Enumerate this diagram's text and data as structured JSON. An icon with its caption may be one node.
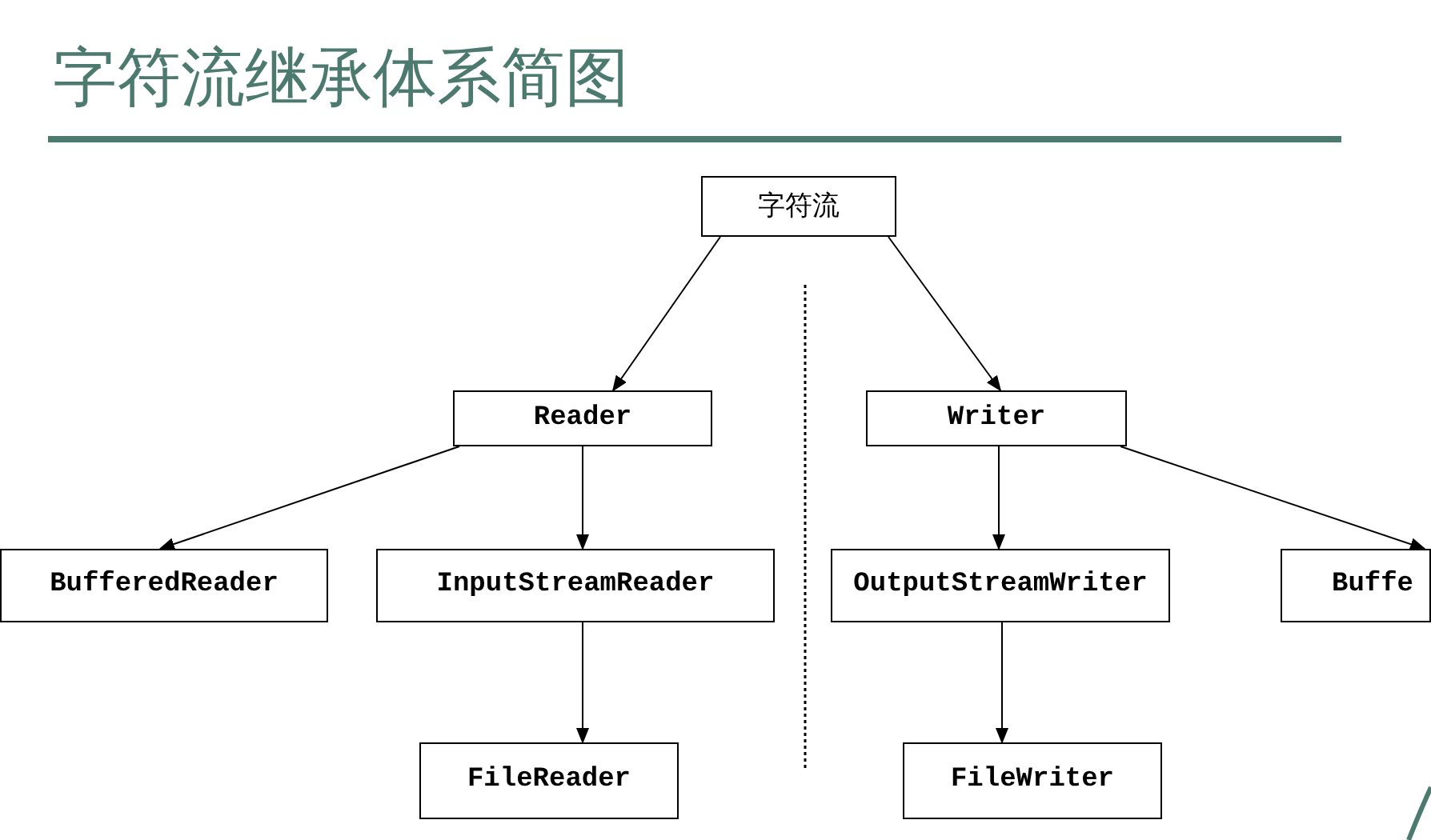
{
  "diagram": {
    "title": "字符流继承体系简图",
    "nodes": [
      {
        "text": [
          "字符流"
        ]
      },
      {
        "text": [
          "Reader"
        ]
      },
      {
        "text": [
          "Writer"
        ]
      },
      {
        "text": [
          "BufferedReader"
        ]
      },
      {
        "text": [
          "InputStreamReader"
        ]
      },
      {
        "text": [
          "OutputStreamWriter"
        ]
      },
      {
        "text": [
          "Buffe"
        ]
      },
      {
        "text": [
          "FileReader"
        ]
      },
      {
        "text": [
          "FileWriter"
        ]
      }
    ],
    "edges": [
      {
        "from": 0,
        "to": 1,
        "arrow": "to"
      },
      {
        "from": 0,
        "to": 2,
        "arrow": "to"
      },
      {
        "from": 1,
        "to": 3,
        "arrow": "to"
      },
      {
        "from": 1,
        "to": 4,
        "arrow": "to"
      },
      {
        "from": 2,
        "to": 5,
        "arrow": "to"
      },
      {
        "from": 2,
        "to": 6,
        "arrow": "to"
      },
      {
        "from": 4,
        "to": 7,
        "arrow": "to"
      },
      {
        "from": 5,
        "to": 8,
        "arrow": "to"
      }
    ]
  }
}
